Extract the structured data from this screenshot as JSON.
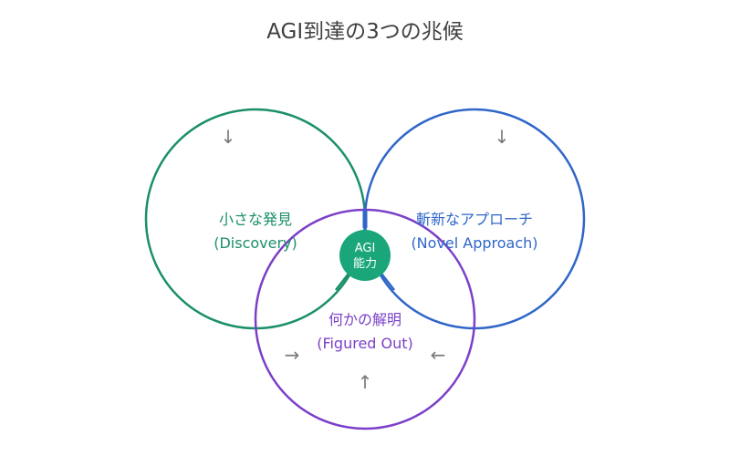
{
  "title": "AGI到達の3つの兆候",
  "colors": {
    "discovery": "#1a8f6a",
    "novel": "#2f66c8",
    "figured": "#7b3fc8",
    "center": "#1aa67a"
  },
  "circles": {
    "discovery": {
      "line1": "小さな発見",
      "line2": "(Discovery)"
    },
    "novel": {
      "line1": "斬新なアプローチ",
      "line2": "(Novel Approach)"
    },
    "figured": {
      "line1": "何かの解明",
      "line2": "(Figured Out)"
    }
  },
  "center": {
    "line1": "AGI",
    "line2": "能力"
  },
  "arrows": {
    "discovery_top": "↓",
    "novel_top": "↓",
    "figured_left": "→",
    "figured_right": "←",
    "figured_bottom": "↑"
  }
}
